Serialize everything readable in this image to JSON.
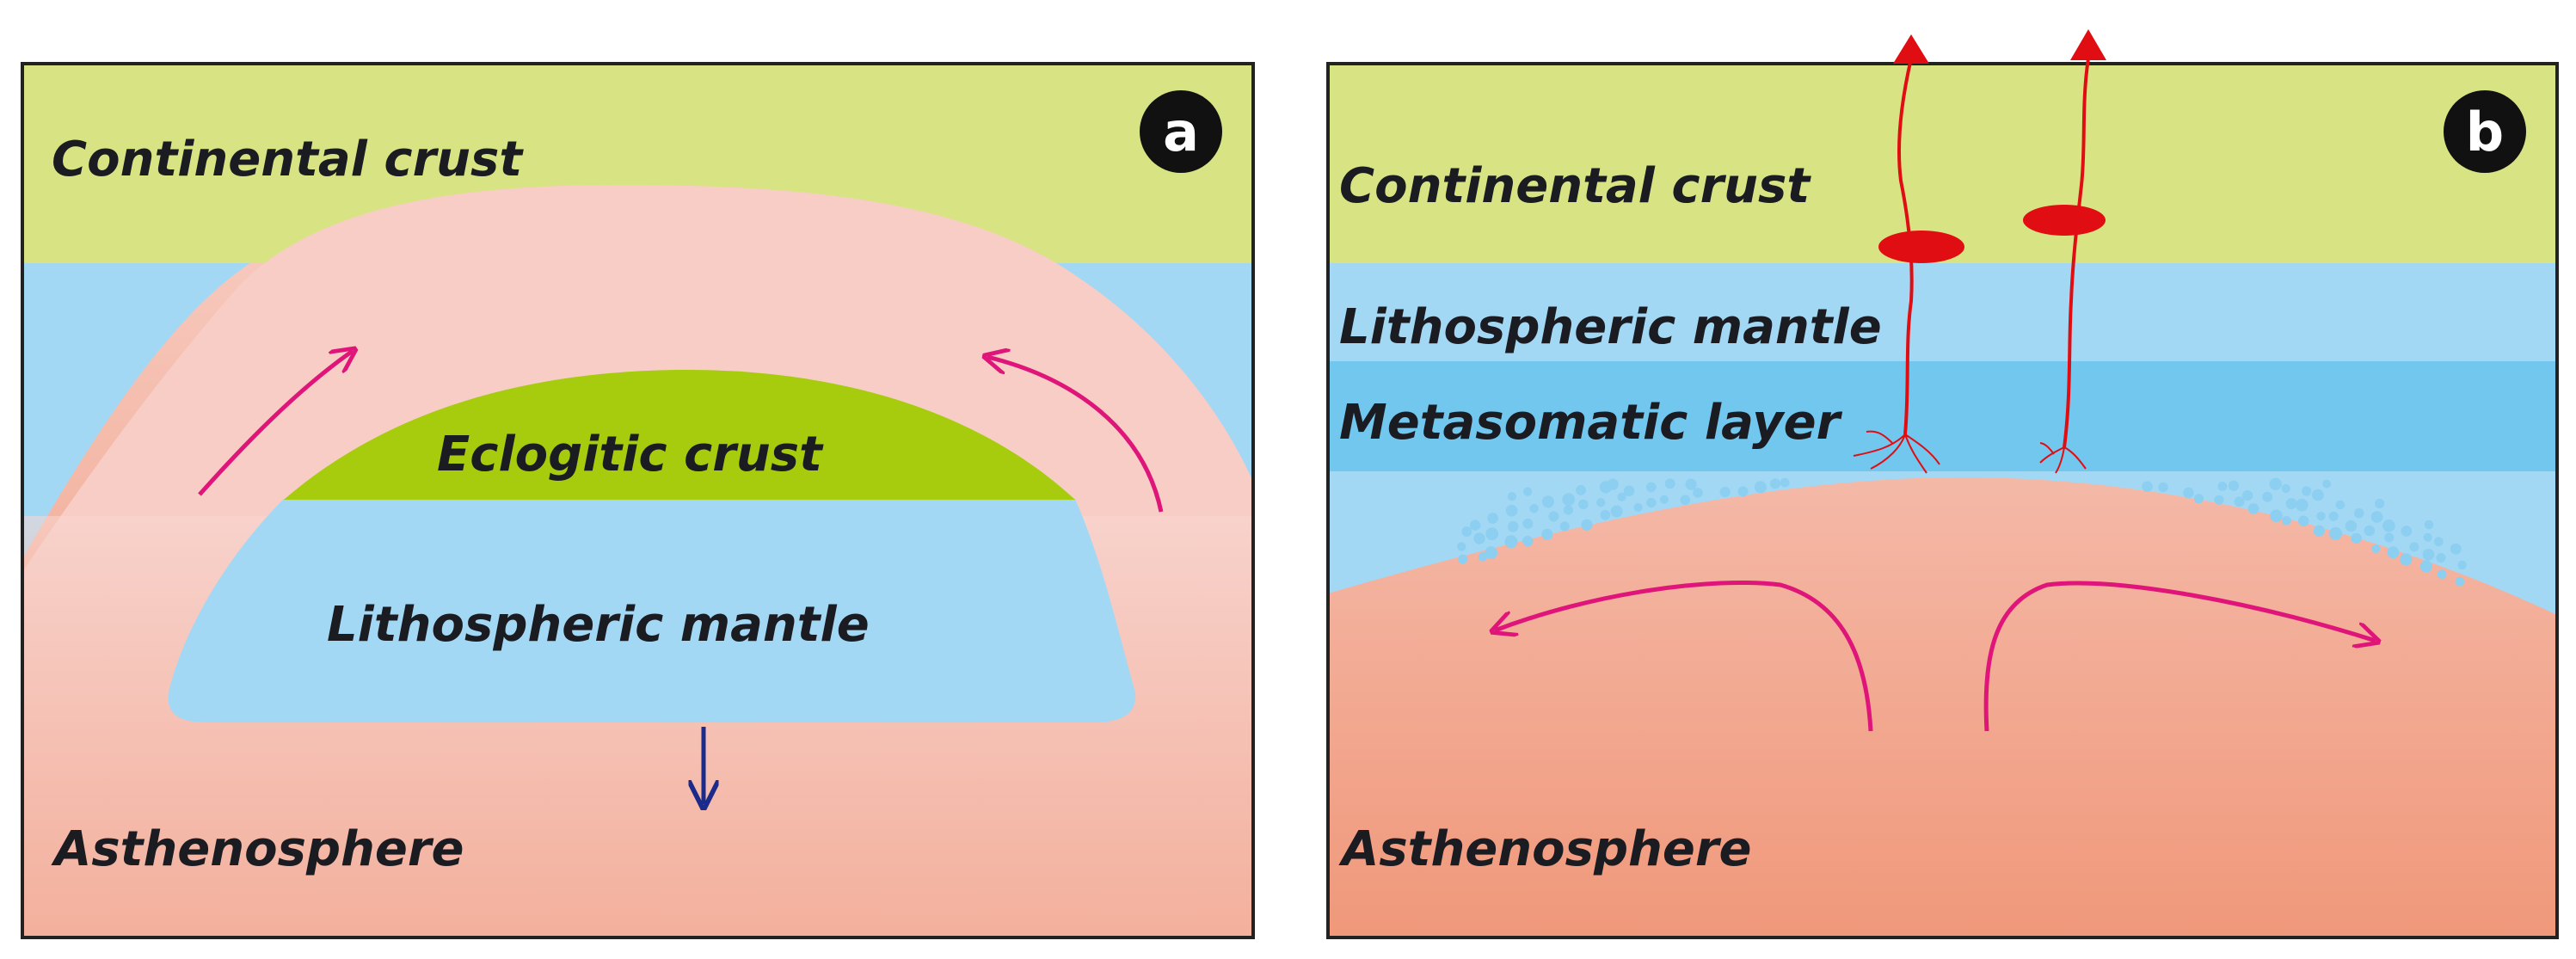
{
  "panel_a": {
    "badge": "a",
    "labels": {
      "continental_crust": "Continental crust",
      "eclogitic_crust": "Eclogitic crust",
      "lithospheric_mantle": "Lithospheric mantle",
      "asthenosphere": "Asthenosphere"
    }
  },
  "panel_b": {
    "badge": "b",
    "labels": {
      "continental_crust": "Continental crust",
      "lithospheric_mantle": "Lithospheric mantle",
      "metasomatic_layer": "Metasomatic layer",
      "asthenosphere": "Asthenosphere"
    }
  },
  "colors": {
    "continental_crust": "#d8e483",
    "lithospheric_mantle": "#a3d8f4",
    "metasomatic_layer": "#72c7ee",
    "eclogitic_crust": "#a6cc0d",
    "asthenosphere_top": "#f8d6d0",
    "asthenosphere_bottom": "#f0987a",
    "flow_arrow": "#e0157a",
    "sinking_arrow": "#1c2a8a",
    "magma": "#e00d12",
    "frame": "#222222"
  }
}
